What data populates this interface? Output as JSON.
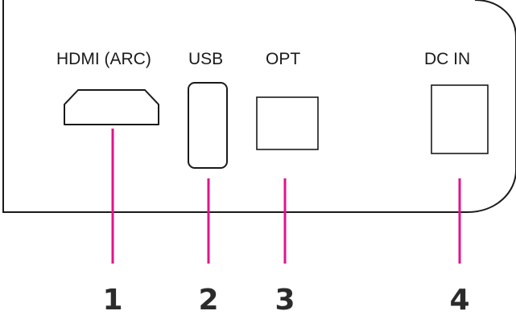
{
  "panel": {
    "outline_color": "#1a1a1a"
  },
  "ports": [
    {
      "id": "hdmi",
      "label": "HDMI (ARC)",
      "callout": "1",
      "icon": "hdmi-port-icon"
    },
    {
      "id": "usb",
      "label": "USB",
      "callout": "2",
      "icon": "usb-port-icon"
    },
    {
      "id": "opt",
      "label": "OPT",
      "callout": "3",
      "icon": "optical-port-icon"
    },
    {
      "id": "dc",
      "label": "DC IN",
      "callout": "4",
      "icon": "dc-power-port-icon"
    }
  ],
  "colors": {
    "callout_line": "#e0138c",
    "callout_number": "#2b2b2b",
    "port_stroke": "#1a1a1a"
  }
}
